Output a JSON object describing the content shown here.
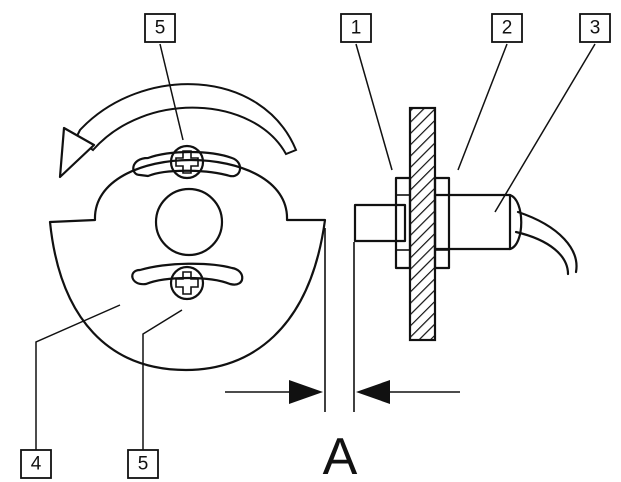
{
  "callouts": [
    {
      "id": "1",
      "label": "1"
    },
    {
      "id": "2",
      "label": "2"
    },
    {
      "id": "3",
      "label": "3"
    },
    {
      "id": "4",
      "label": "4"
    },
    {
      "id": "5-top",
      "label": "5"
    },
    {
      "id": "5-bottom",
      "label": "5"
    }
  ],
  "dimension": {
    "label": "A"
  },
  "colors": {
    "ink": "#111111",
    "background": "#ffffff",
    "rotation_arrow_fill": "#ffffff"
  },
  "icons": {
    "rotation": "curved-arrow-counterclockwise",
    "screw": "phillips-screw-head"
  }
}
